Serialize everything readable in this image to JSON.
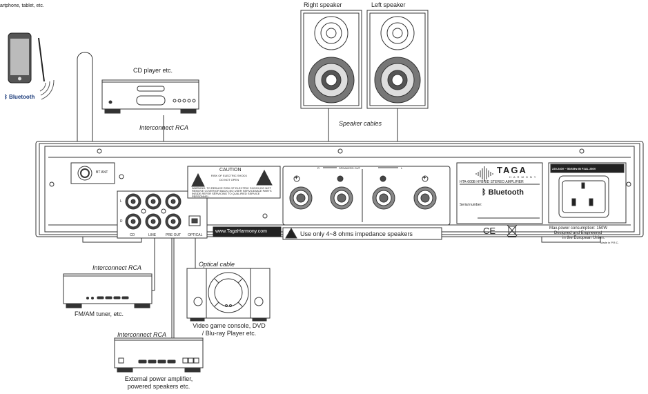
{
  "top_left_caption": "artphone, tablet, etc.",
  "bluetooth_label": "Bluetooth",
  "cd_player_label": "CD player etc.",
  "interconnect_rca_top": "Interconnect RCA",
  "right_speaker_label": "Right speaker",
  "left_speaker_label": "Left speaker",
  "speaker_cables_label": "Speaker cables",
  "bt_ant_label": "BT ANT",
  "rca_panel": {
    "l": "L",
    "r": "R",
    "cd": "CD",
    "line": "LINE",
    "pre_out": "PRE OUT",
    "optical": "OPTICAL"
  },
  "caution": {
    "title": "CAUTION",
    "risk_line1": "RISK OF ELECTRIC SHOCK",
    "risk_line2": "DO NOT OPEN",
    "warning": "WARNING: TO REDUCE RISK OF ELECTRIC SHOCK,DO NOT REMOVE COVER(OR BACK).NO USER SERVICEABLE PARTS INSIDE.REFER SERVICING TO QUALIFIED SERVICE PERSONNEL."
  },
  "website": "www.TagaHarmony.com",
  "speakers_out": {
    "r": "R",
    "title": "SPEAKERS OUT",
    "l": "L",
    "plus": "+",
    "minus": "−"
  },
  "impedance_note": "Use only  4~8 ohms impedance speakers",
  "brand": {
    "name": "TAGA",
    "sub": "HARMONY",
    "model": "HTA-600B HYBRID STEREO AMPLIFIER",
    "bluetooth": "Bluetooth",
    "serial_label": "Serial number:"
  },
  "ce_mark": "CE",
  "power": {
    "label": "220-240V ~ 50/60Hz IN F2AL 250V",
    "consumption": "Max.power consumption: 150W",
    "designed1": "Designed and Engineered",
    "designed2": "in the European Union.",
    "made": "Made in P.R.C."
  },
  "interconnect_rca_left": "Interconnect RCA",
  "tuner_label": "FM/AM tuner, etc.",
  "optical_cable_label": "Optical cable",
  "console_label1": "Video game console, DVD",
  "console_label2": "/ Blu-ray Player etc.",
  "interconnect_rca_bottom": "Interconnect RCA",
  "ext_amp_label1": "External power amplifier,",
  "ext_amp_label2": "powered speakers etc."
}
